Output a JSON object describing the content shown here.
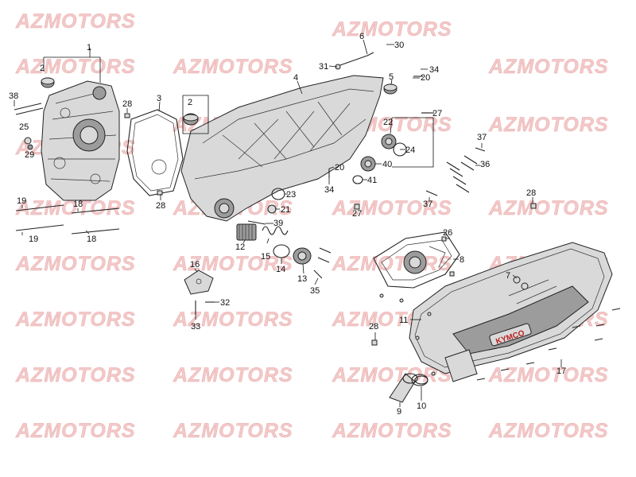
{
  "watermark": {
    "text": "AZMOTORS"
  },
  "brand_badge": "KYMCO",
  "callouts": [
    {
      "id": "c1",
      "text": "1"
    },
    {
      "id": "c2a",
      "text": "2"
    },
    {
      "id": "c2b",
      "text": "2"
    },
    {
      "id": "c3",
      "text": "3"
    },
    {
      "id": "c4",
      "text": "4"
    },
    {
      "id": "c5",
      "text": "5"
    },
    {
      "id": "c6",
      "text": "6"
    },
    {
      "id": "c7",
      "text": "7"
    },
    {
      "id": "c8",
      "text": "8"
    },
    {
      "id": "c9",
      "text": "9"
    },
    {
      "id": "c10",
      "text": "10"
    },
    {
      "id": "c11",
      "text": "11"
    },
    {
      "id": "c12",
      "text": "12"
    },
    {
      "id": "c13",
      "text": "13"
    },
    {
      "id": "c14",
      "text": "14"
    },
    {
      "id": "c15",
      "text": "15"
    },
    {
      "id": "c16",
      "text": "16"
    },
    {
      "id": "c17",
      "text": "17"
    },
    {
      "id": "c18a",
      "text": "18"
    },
    {
      "id": "c18b",
      "text": "18"
    },
    {
      "id": "c19a",
      "text": "19"
    },
    {
      "id": "c19b",
      "text": "19"
    },
    {
      "id": "c20a",
      "text": "20"
    },
    {
      "id": "c20b",
      "text": "20"
    },
    {
      "id": "c21",
      "text": "21"
    },
    {
      "id": "c22",
      "text": "22"
    },
    {
      "id": "c23",
      "text": "23"
    },
    {
      "id": "c24",
      "text": "24"
    },
    {
      "id": "c25",
      "text": "25"
    },
    {
      "id": "c26",
      "text": "26"
    },
    {
      "id": "c27a",
      "text": "27"
    },
    {
      "id": "c27b",
      "text": "27"
    },
    {
      "id": "c28a",
      "text": "28"
    },
    {
      "id": "c28b",
      "text": "28"
    },
    {
      "id": "c28c",
      "text": "28"
    },
    {
      "id": "c28d",
      "text": "28"
    },
    {
      "id": "c29",
      "text": "29"
    },
    {
      "id": "c30",
      "text": "30"
    },
    {
      "id": "c31",
      "text": "31"
    },
    {
      "id": "c32",
      "text": "32"
    },
    {
      "id": "c33",
      "text": "33"
    },
    {
      "id": "c34a",
      "text": "34"
    },
    {
      "id": "c34b",
      "text": "34"
    },
    {
      "id": "c35",
      "text": "35"
    },
    {
      "id": "c36",
      "text": "36"
    },
    {
      "id": "c37a",
      "text": "37"
    },
    {
      "id": "c37b",
      "text": "37"
    },
    {
      "id": "c38",
      "text": "38"
    },
    {
      "id": "c39",
      "text": "39"
    },
    {
      "id": "c40",
      "text": "40"
    },
    {
      "id": "c41",
      "text": "41"
    }
  ]
}
